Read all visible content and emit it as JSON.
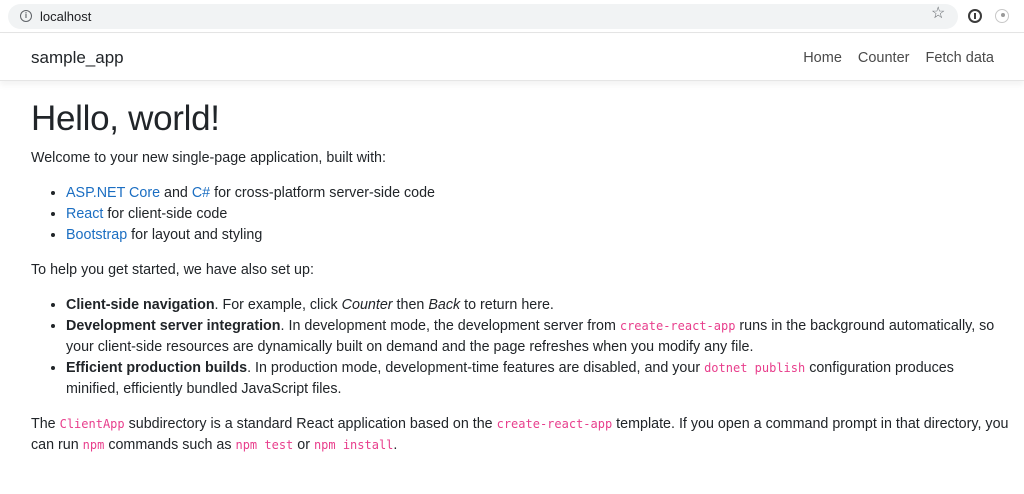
{
  "browser": {
    "url": "localhost",
    "icons": [
      "info-icon",
      "star-icon",
      "extension-icon-1",
      "extension-icon-2"
    ]
  },
  "navbar": {
    "brand": "sample_app",
    "links": [
      {
        "label": "Home"
      },
      {
        "label": "Counter"
      },
      {
        "label": "Fetch data"
      }
    ]
  },
  "main": {
    "title": "Hello, world!",
    "intro": "Welcome to your new single-page application, built with:",
    "built_with": [
      {
        "link1": "ASP.NET Core",
        "mid": " and ",
        "link2": "C#",
        "rest": " for cross-platform server-side code"
      },
      {
        "link1": "React",
        "rest": " for client-side code"
      },
      {
        "link1": "Bootstrap",
        "rest": " for layout and styling"
      }
    ],
    "setup_intro": "To help you get started, we have also set up:",
    "features": [
      {
        "bold": "Client-side navigation",
        "t1": ". For example, click ",
        "em1": "Counter",
        "t2": " then ",
        "em2": "Back",
        "t3": " to return here."
      },
      {
        "bold": "Development server integration",
        "t1": ". In development mode, the development server from ",
        "code": "create-react-app",
        "t2": " runs in the background automatically, so your client-side resources are dynamically built on demand and the page refreshes when you modify any file."
      },
      {
        "bold": "Efficient production builds",
        "t1": ". In production mode, development-time features are disabled, and your ",
        "code": "dotnet publish",
        "t2": " configuration produces minified, efficiently bundled JavaScript files."
      }
    ],
    "footer": {
      "t1": "The ",
      "c1": "ClientApp",
      "t2": " subdirectory is a standard React application based on the ",
      "c2": "create-react-app",
      "t3": " template. If you open a command prompt in that directory, you can run ",
      "c3": "npm",
      "t4": " commands such as ",
      "c4": "npm test",
      "t5": " or ",
      "c5": "npm install",
      "t6": "."
    }
  },
  "colors": {
    "link": "#1b6ec2",
    "code": "#e83e8c",
    "text": "#212529"
  }
}
